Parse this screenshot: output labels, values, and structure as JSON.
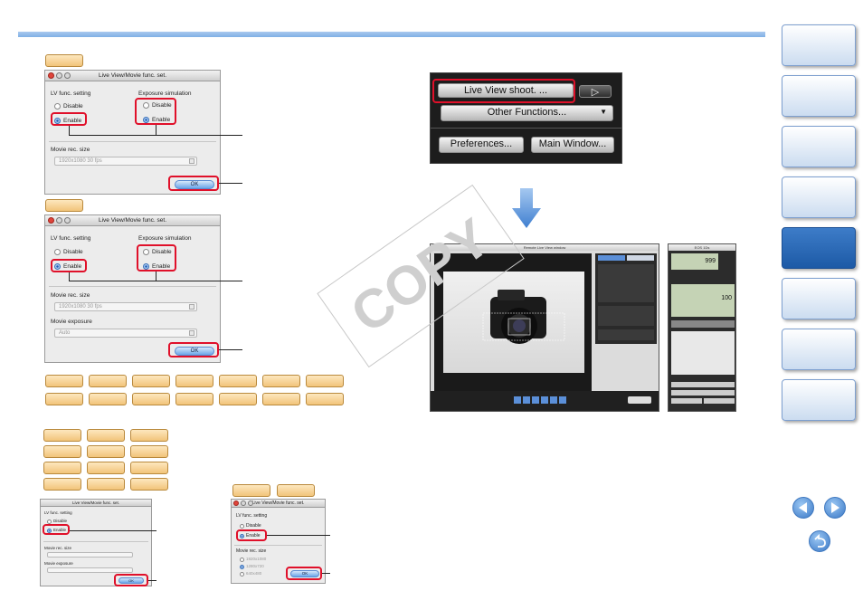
{
  "dialog": {
    "title": "Live View/Movie func. set.",
    "lv_func_setting": "LV func. setting",
    "exposure_simulation": "Exposure simulation",
    "disable": "Disable",
    "enable": "Enable",
    "movie_rec_size": "Movie rec. size",
    "movie_rec_size_value": "1920x1080 30 fps",
    "movie_exposure": "Movie exposure",
    "movie_exposure_value": "Auto",
    "ok": "OK"
  },
  "small_dialog_b": {
    "sizes": [
      "1920x1080",
      "1280x720",
      "640x480"
    ]
  },
  "eos_panel": {
    "live_view_shoot": "Live View shoot. ...",
    "other_functions": "Other Functions...",
    "preferences": "Preferences...",
    "main_window": "Main Window..."
  },
  "remote_window": {
    "title": "Remote Live View window"
  },
  "camera_window": {
    "title": "EOS 1Ds",
    "shots": "999",
    "iso": "100"
  },
  "watermark": "COPY"
}
